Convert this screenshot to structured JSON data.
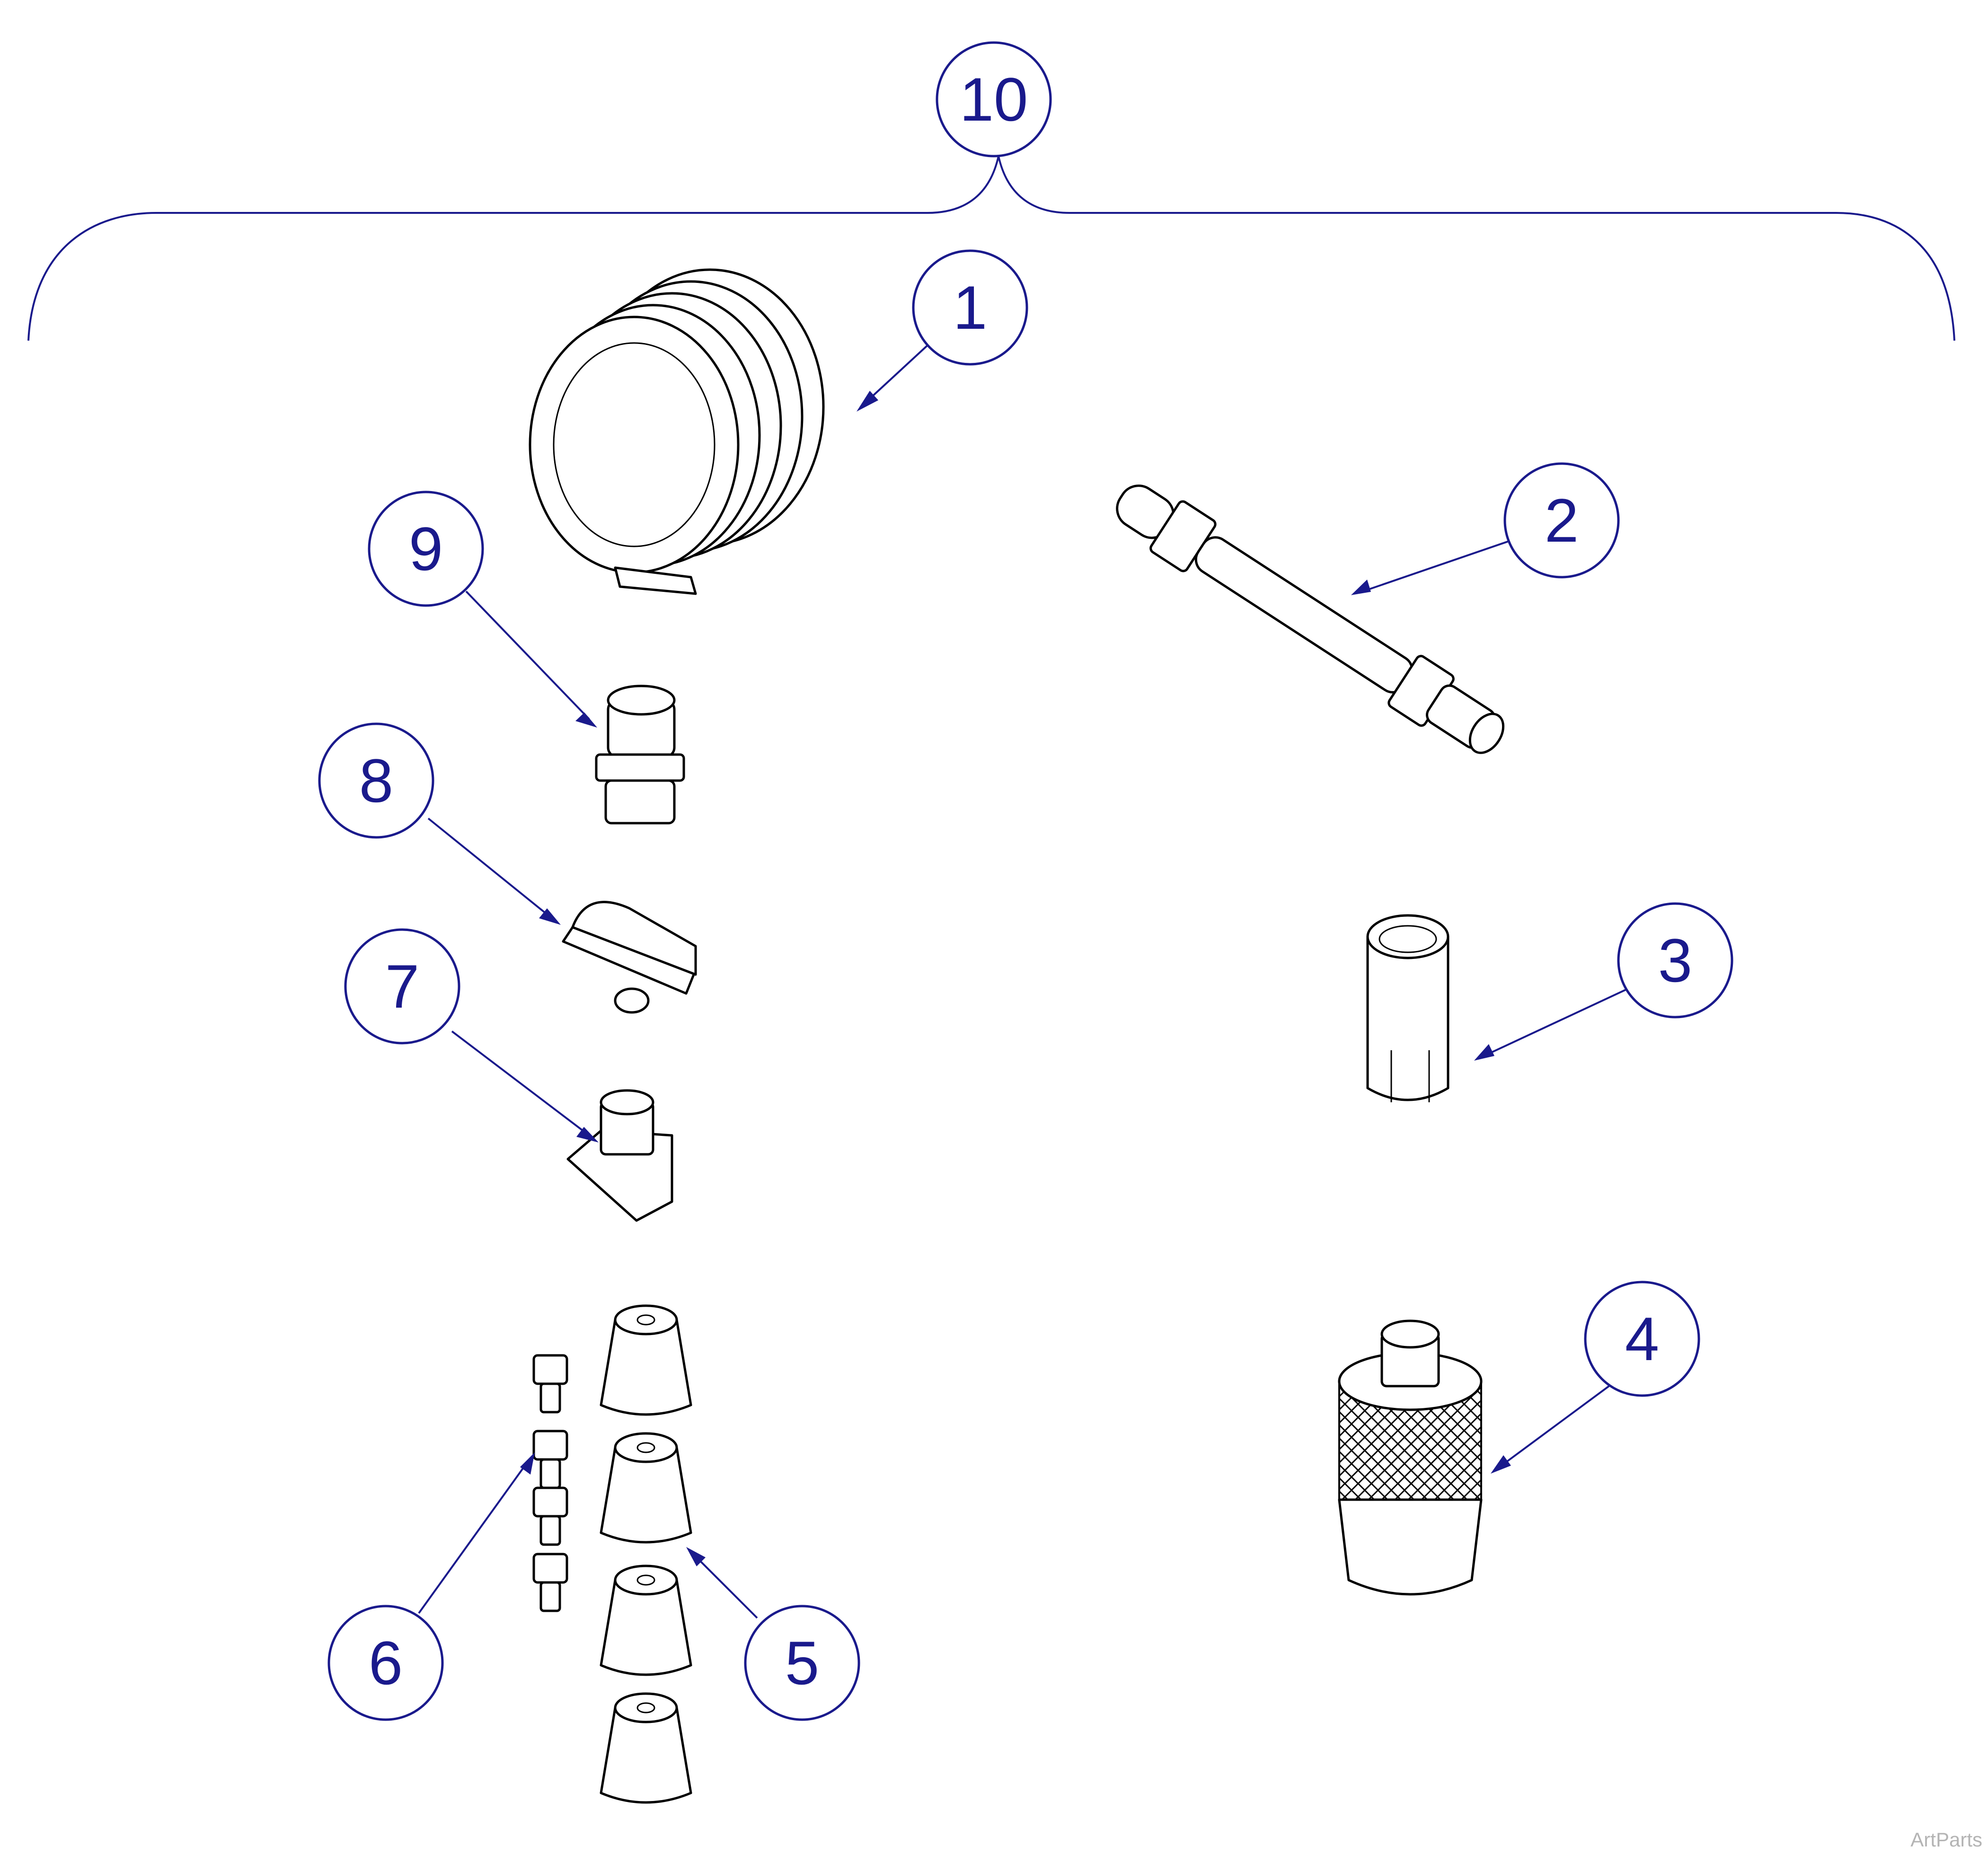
{
  "callouts": {
    "c1": "1",
    "c2": "2",
    "c3": "3",
    "c4": "4",
    "c5": "5",
    "c6": "6",
    "c7": "7",
    "c8": "8",
    "c9": "9",
    "c10": "10"
  },
  "watermark": "ArtParts",
  "colors": {
    "callout": "#1a1a8c",
    "line": "#000000",
    "watermark": "#b4b4b4"
  }
}
